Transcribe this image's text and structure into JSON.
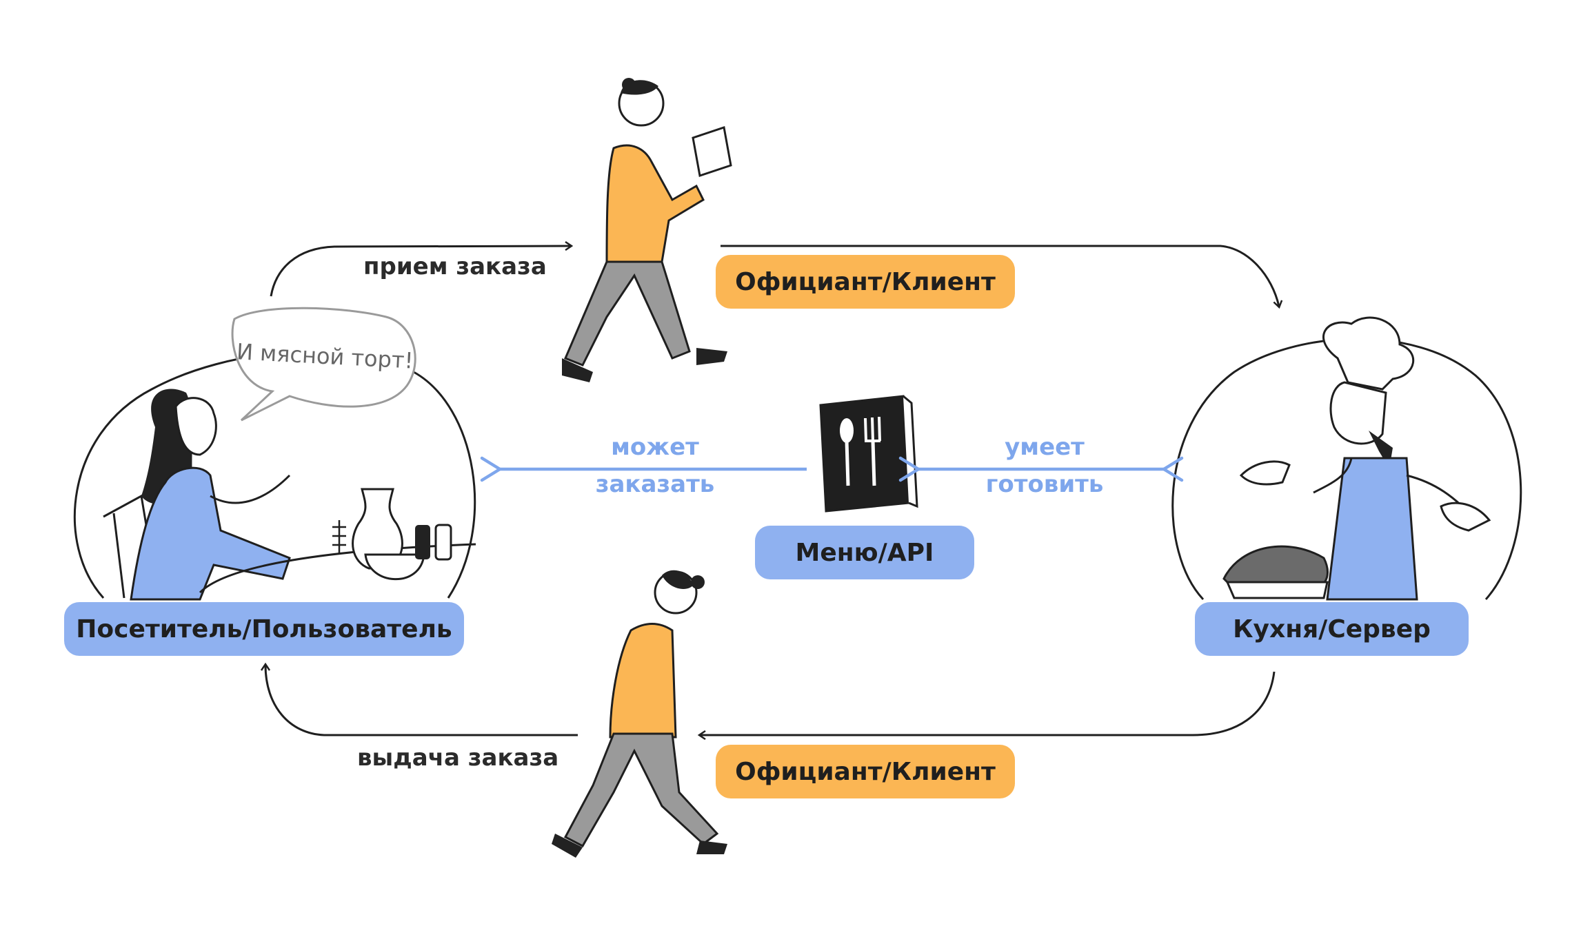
{
  "colors": {
    "blue": "#8fb1f0",
    "orange": "#fbb654",
    "arrow_blue": "#7ea6ec",
    "line": "#1f1f1f"
  },
  "icons": [
    "menu-book-icon",
    "spoon-icon",
    "fork-icon"
  ],
  "speech_bubble": {
    "text": "И мясной торт!"
  },
  "labels": {
    "visitor": "Посетитель/Пользователь",
    "kitchen": "Кухня/Сервер",
    "menu": "Меню/API",
    "waiter_top": "Официант/Клиент",
    "waiter_bottom": "Официант/Клиент",
    "take_order": "прием заказа",
    "deliver_order": "выдача заказа",
    "can_order_1": "может",
    "can_order_2": "заказать",
    "can_cook_1": "умеет",
    "can_cook_2": "готовить"
  }
}
